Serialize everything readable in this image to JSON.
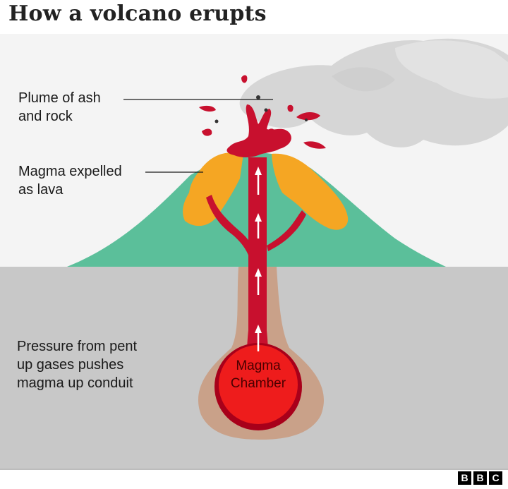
{
  "title": "How a volcano erupts",
  "labels": {
    "plume_line1": "Plume of ash",
    "plume_line2": "and rock",
    "lava_line1": "Magma expelled",
    "lava_line2": "as lava",
    "pressure_line1": "Pressure from pent",
    "pressure_line2": "up gases pushes",
    "pressure_line3": "magma up conduit",
    "chamber_line1": "Magma",
    "chamber_line2": "Chamber"
  },
  "logo": [
    "B",
    "B",
    "C"
  ],
  "colors": {
    "sky": "#f4f4f4",
    "ground": "#c8c8c8",
    "mountain": "#5bbf9a",
    "lava": "#f5a623",
    "magma": "#c8102e",
    "magma_bright": "#ee1c1c",
    "rock_halo": "#c9a189",
    "ash": "#d9d9d9"
  }
}
